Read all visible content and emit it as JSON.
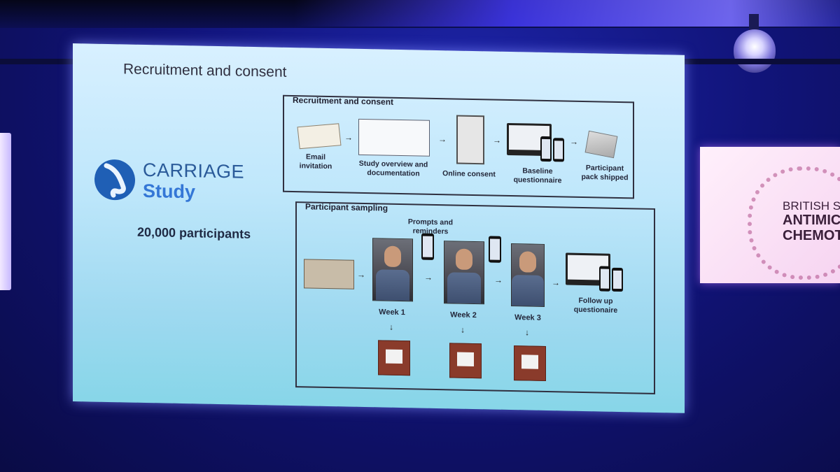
{
  "slide": {
    "title": "Recruitment and consent",
    "brand_line1": "CARRIAGE",
    "brand_line2": "Study",
    "participants": "20,000 participants",
    "recruitment_panel": {
      "title": "Recruitment and consent",
      "steps": [
        "Email invitation",
        "Study overview and documentation",
        "Online consent",
        "Baseline questionnaire",
        "Participant pack shipped"
      ]
    },
    "sampling_panel": {
      "title": "Participant sampling",
      "prompts": "Prompts and reminders",
      "weeks": [
        "Week 1",
        "Week 2",
        "Week 3"
      ],
      "followup": "Follow up questionaire"
    }
  },
  "side_sign": {
    "line1": "BRITISH SO",
    "line2": "ANTIMIC",
    "line3": "CHEMOT"
  },
  "colors": {
    "background": "#11147a",
    "slide_top": "#d8f0ff",
    "slide_bottom": "#87d6e8",
    "brand_blue": "#3477d6",
    "logo_blue": "#1f5fb5"
  }
}
